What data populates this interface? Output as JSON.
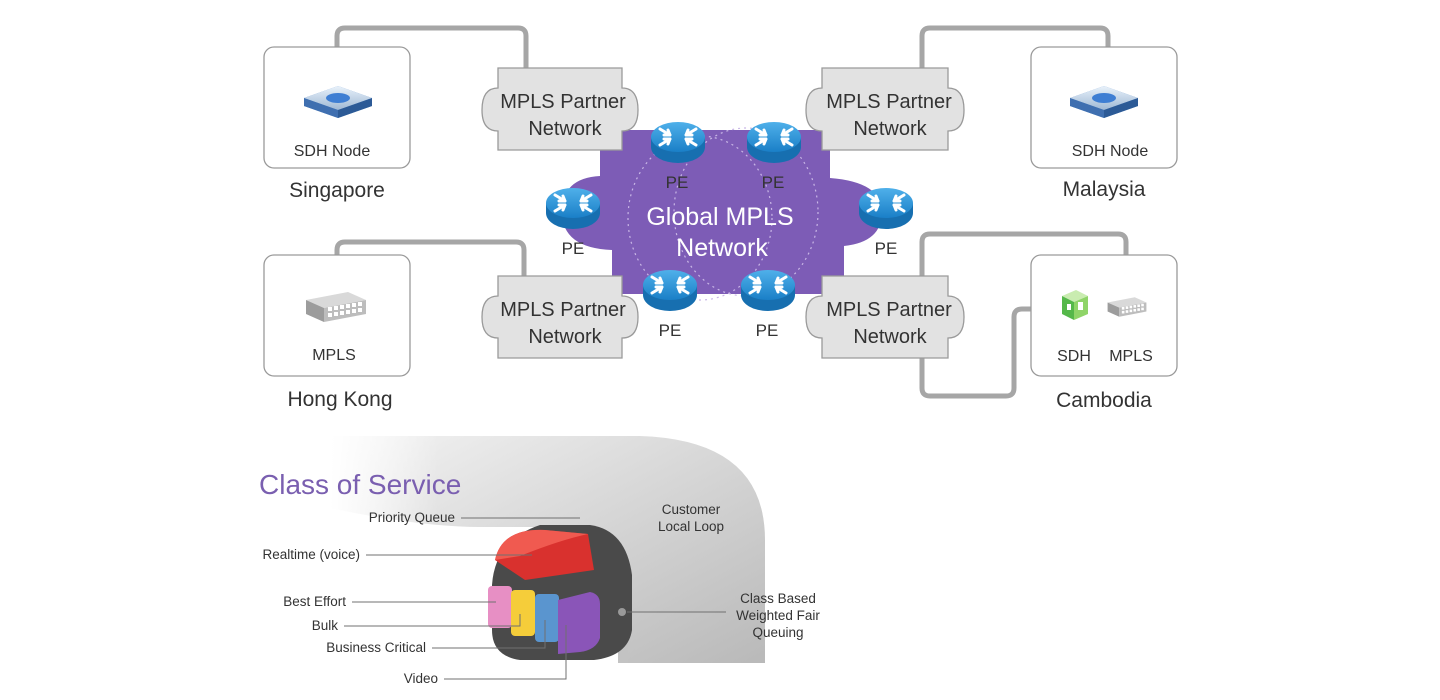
{
  "diagram": {
    "cloud_label_line1": "Global MPLS",
    "cloud_label_line2": "Network",
    "partner_line1": "MPLS Partner",
    "partner_line2": "Network",
    "pe_label": "PE",
    "sites": {
      "singapore": {
        "city": "Singapore",
        "device": "SDH Node",
        "device_icon": "sdh-node-icon"
      },
      "malaysia": {
        "city": "Malaysia",
        "device": "SDH Node",
        "device_icon": "sdh-node-icon"
      },
      "hongkong": {
        "city": "Hong Kong",
        "device": "MPLS",
        "device_icon": "mpls-switch-icon"
      },
      "cambodia": {
        "city": "Cambodia",
        "device_sdh": "SDH",
        "device_mpls": "MPLS"
      }
    },
    "colors": {
      "cloud": "#7d5cb6",
      "router": "#1f8fd8",
      "partner": "#e2e2e2",
      "link": "#a6a6a6"
    }
  },
  "cos": {
    "title": "Class of Service",
    "labels": {
      "priority_queue": "Priority Queue",
      "realtime": "Realtime (voice)",
      "best_effort": "Best Effort",
      "bulk": "Bulk",
      "business_critical": "Business Critical",
      "video": "Video",
      "customer_line1": "Customer",
      "customer_line2": "Local Loop",
      "cbwfq_line1": "Class Based",
      "cbwfq_line2": "Weighted Fair",
      "cbwfq_line3": "Queuing"
    },
    "colors": {
      "realtime": "#d9312e",
      "best_effort": "#e78fc4",
      "bulk": "#f5cd3a",
      "business_critical": "#5a95cf",
      "video": "#8a55b8",
      "cable": "#d8d8d8"
    }
  }
}
